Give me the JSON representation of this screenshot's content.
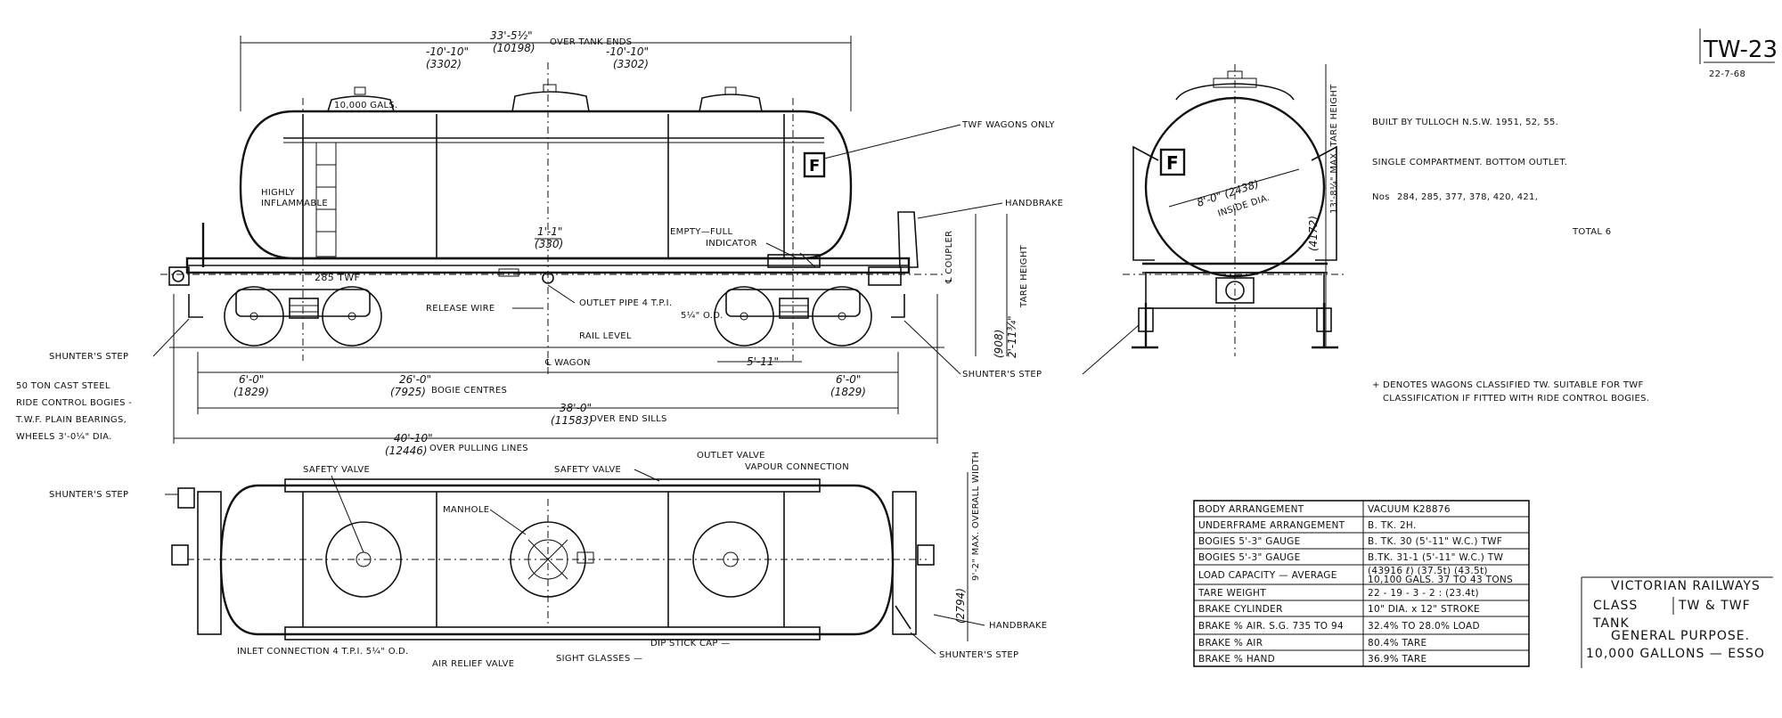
{
  "header": {
    "drawing_no": "TW-23",
    "date": "22-7-68"
  },
  "notes": {
    "built_by": "BUILT BY TULLOCH N.S.W. 1951, 52, 55.",
    "compartment": "SINGLE COMPARTMENT. BOTTOM OUTLET.",
    "numbers_prefix": "Nos",
    "numbers": "284, 285, 377, 378, 420, 421,",
    "total": "TOTAL 6",
    "classification_note_1": "+ DENOTES WAGONS CLASSIFIED TW. SUITABLE FOR TWF",
    "classification_note_2": "CLASSIFICATION IF FITTED WITH RIDE CONTROL BOGIES."
  },
  "bogie_note": [
    "50 TON CAST STEEL",
    "RIDE CONTROL BOGIES -",
    "T.W.F. PLAIN BEARINGS,",
    "WHEELS 3'-0¼\" DIA."
  ],
  "side_view": {
    "gallons_label": "10,000 GALS.",
    "hazard": [
      "HIGHLY",
      "INFLAMMABLE"
    ],
    "wagon_number": "285 TWF",
    "f_placard": "F",
    "over_tank_ends": "33'-5½\"",
    "over_tank_ends_mm": "(10198)",
    "over_tank_ends_label": "OVER TANK ENDS",
    "end_left": "-10'-10\"",
    "end_left_mm": "(3302)",
    "end_right": "-10'-10\"",
    "end_right_mm": "(3302)",
    "center_offset": "1'-1\"",
    "center_offset_mm": "(330)",
    "twf_only": "TWF WAGONS ONLY",
    "handbrake": "HANDBRAKE",
    "empty_full": [
      "EMPTY—FULL",
      "INDICATOR"
    ],
    "release_wire": "RELEASE WIRE",
    "outlet_pipe": [
      "OUTLET PIPE 4 T.P.I.",
      "5¼\" O.D."
    ],
    "rail_level": "RAIL LEVEL",
    "wagon_cl": "℄ WAGON",
    "shunters_step_left": "SHUNTER'S STEP",
    "shunters_step_right": "SHUNTER'S STEP",
    "coupler_cl": "℄ COUPLER",
    "tare_height": "TARE HEIGHT",
    "coupler_height": "2'-11¾\"",
    "coupler_height_mm": "(908)",
    "bogie_wheelbase": "5'-11\"",
    "dims": [
      {
        "ft": "6'-0\"",
        "mm": "(1829)"
      },
      {
        "ft": "26'-0\"",
        "mm": "(7925)",
        "label": "BOGIE   CENTRES"
      },
      {
        "ft": "6'-0\"",
        "mm": "(1829)"
      },
      {
        "ft": "38'-0\"",
        "mm": "(11583)",
        "label": "OVER END SILLS"
      },
      {
        "ft": "40'-10\"",
        "mm": "(12446)",
        "label": "OVER PULLING LINES"
      }
    ]
  },
  "end_view": {
    "f_placard": "F",
    "tank_dia": "8'-0\" (2438)",
    "inside_dia": "INSIDE DIA.",
    "max_height": "13'-8¼\" MAX. TARE HEIGHT",
    "max_height_mm": "(4172)"
  },
  "plan_view": {
    "shunters_step_left": "SHUNTER'S STEP",
    "safety_valve_left": "SAFETY VALVE",
    "safety_valve_right": "SAFETY VALVE",
    "manhole": "MANHOLE",
    "outlet_valve": "OUTLET VALVE",
    "vapour_connection": "VAPOUR CONNECTION",
    "max_width": "9'-2\" MAX. OVERALL WIDTH",
    "max_width_mm": "(2794)",
    "handbrake": "HANDBRAKE",
    "shunters_step_right": "SHUNTER'S STEP",
    "inlet_connection": "INLET CONNECTION 4 T.P.I. 5¼\" O.D.",
    "air_relief": "AIR RELIEF VALVE",
    "sight_glasses": "SIGHT GLASSES —",
    "dip_stick": "DIP STICK CAP —"
  },
  "spec_table": [
    {
      "label": "BODY ARRANGEMENT",
      "value": "VACUUM  K28876"
    },
    {
      "label": "UNDERFRAME ARRANGEMENT",
      "value": "B. TK. 2H."
    },
    {
      "label": "BOGIES 5'-3\" GAUGE",
      "value": "B. TK. 30 (5'-11\" W.C.) TWF"
    },
    {
      "label": "BOGIES 5'-3\" GAUGE",
      "value": "B.TK. 31-1 (5'-11\" W.C.) TW"
    },
    {
      "label": "LOAD CAPACITY — AVERAGE",
      "value": "(43916 ℓ)  (37.5t)  (43.5t)",
      "value2": "10,100 GALS. 37 TO 43 TONS"
    },
    {
      "label": "TARE WEIGHT",
      "value": "22 - 19 - 3 - 2 : (23.4t)"
    },
    {
      "label": "BRAKE CYLINDER",
      "value": "10\" DIA. x 12\" STROKE"
    },
    {
      "label": "BRAKE % AIR. S.G. 735 TO 94",
      "value": "32.4% TO 28.0% LOAD"
    },
    {
      "label": "BRAKE % AIR",
      "value": "80.4% TARE"
    },
    {
      "label": "BRAKE % HAND",
      "value": "36.9% TARE"
    }
  ],
  "title_block": {
    "railway": "VICTORIAN RAILWAYS",
    "class_label": "CLASS",
    "class_value": "TW & TWF",
    "type": "TANK",
    "purpose": "GENERAL PURPOSE.",
    "capacity": "10,000 GALLONS — ESSO"
  }
}
